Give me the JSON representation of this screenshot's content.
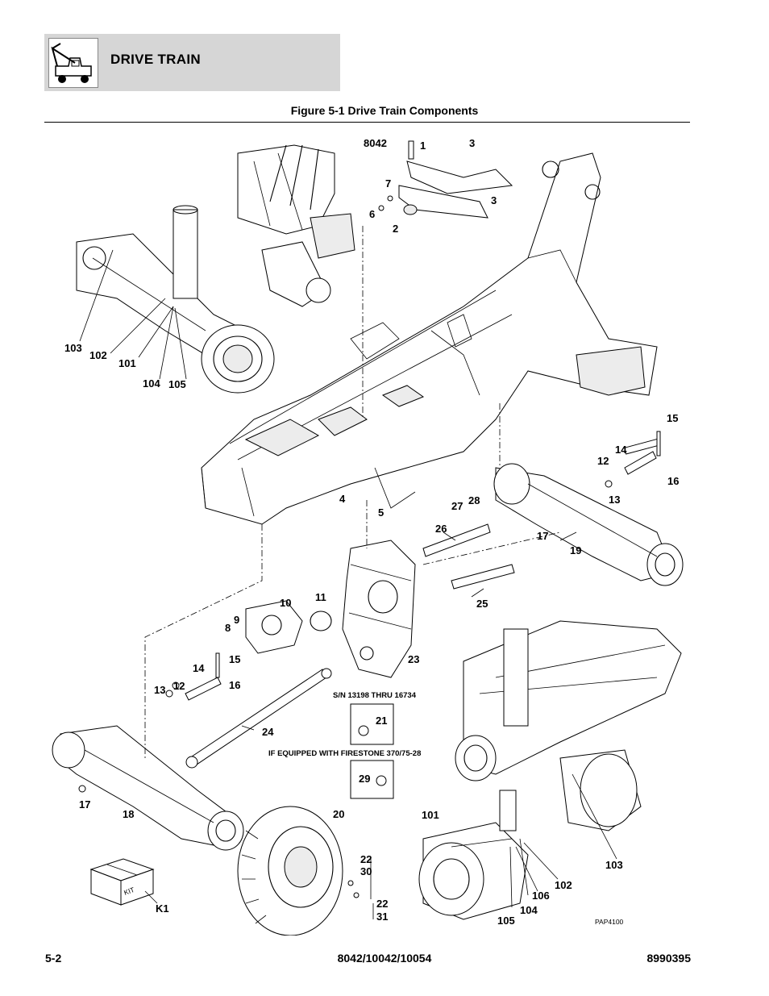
{
  "header": {
    "section_title": "DRIVE TRAIN",
    "icon": "machine-icon"
  },
  "figure": {
    "title": "Figure 5-1 Drive Train Components",
    "model_tag": "8042",
    "notes": {
      "serial_range": "S/N 13198 THRU 16734",
      "firestone": "IF EQUIPPED WITH FIRESTONE 370/75-28"
    },
    "kit_box_text": "KIT",
    "art_code": "PAP4100",
    "callouts": {
      "c1": "1",
      "c2": "2",
      "c3a": "3",
      "c3b": "3",
      "c4": "4",
      "c5": "5",
      "c6": "6",
      "c7": "7",
      "c8": "8",
      "c9": "9",
      "c10": "10",
      "c11": "11",
      "c12a": "12",
      "c12b": "12",
      "c13a": "13",
      "c13b": "13",
      "c14a": "14",
      "c14b": "14",
      "c15a": "15",
      "c15b": "15",
      "c16a": "16",
      "c16b": "16",
      "c17a": "17",
      "c17b": "17",
      "c18": "18",
      "c19": "19",
      "c20": "20",
      "c21": "21",
      "c22a": "22",
      "c22b": "22",
      "c23": "23",
      "c24": "24",
      "c25": "25",
      "c26": "26",
      "c27": "27",
      "c28": "28",
      "c29": "29",
      "c30": "30",
      "c31": "31",
      "c101a": "101",
      "c101b": "101",
      "c102a": "102",
      "c102b": "102",
      "c103a": "103",
      "c103b": "103",
      "c104a": "104",
      "c104b": "104",
      "c105a": "105",
      "c105b": "105",
      "c106": "106",
      "ck1": "K1"
    }
  },
  "footer": {
    "page_number": "5-2",
    "models": "8042/10042/10054",
    "doc_number": "8990395"
  }
}
